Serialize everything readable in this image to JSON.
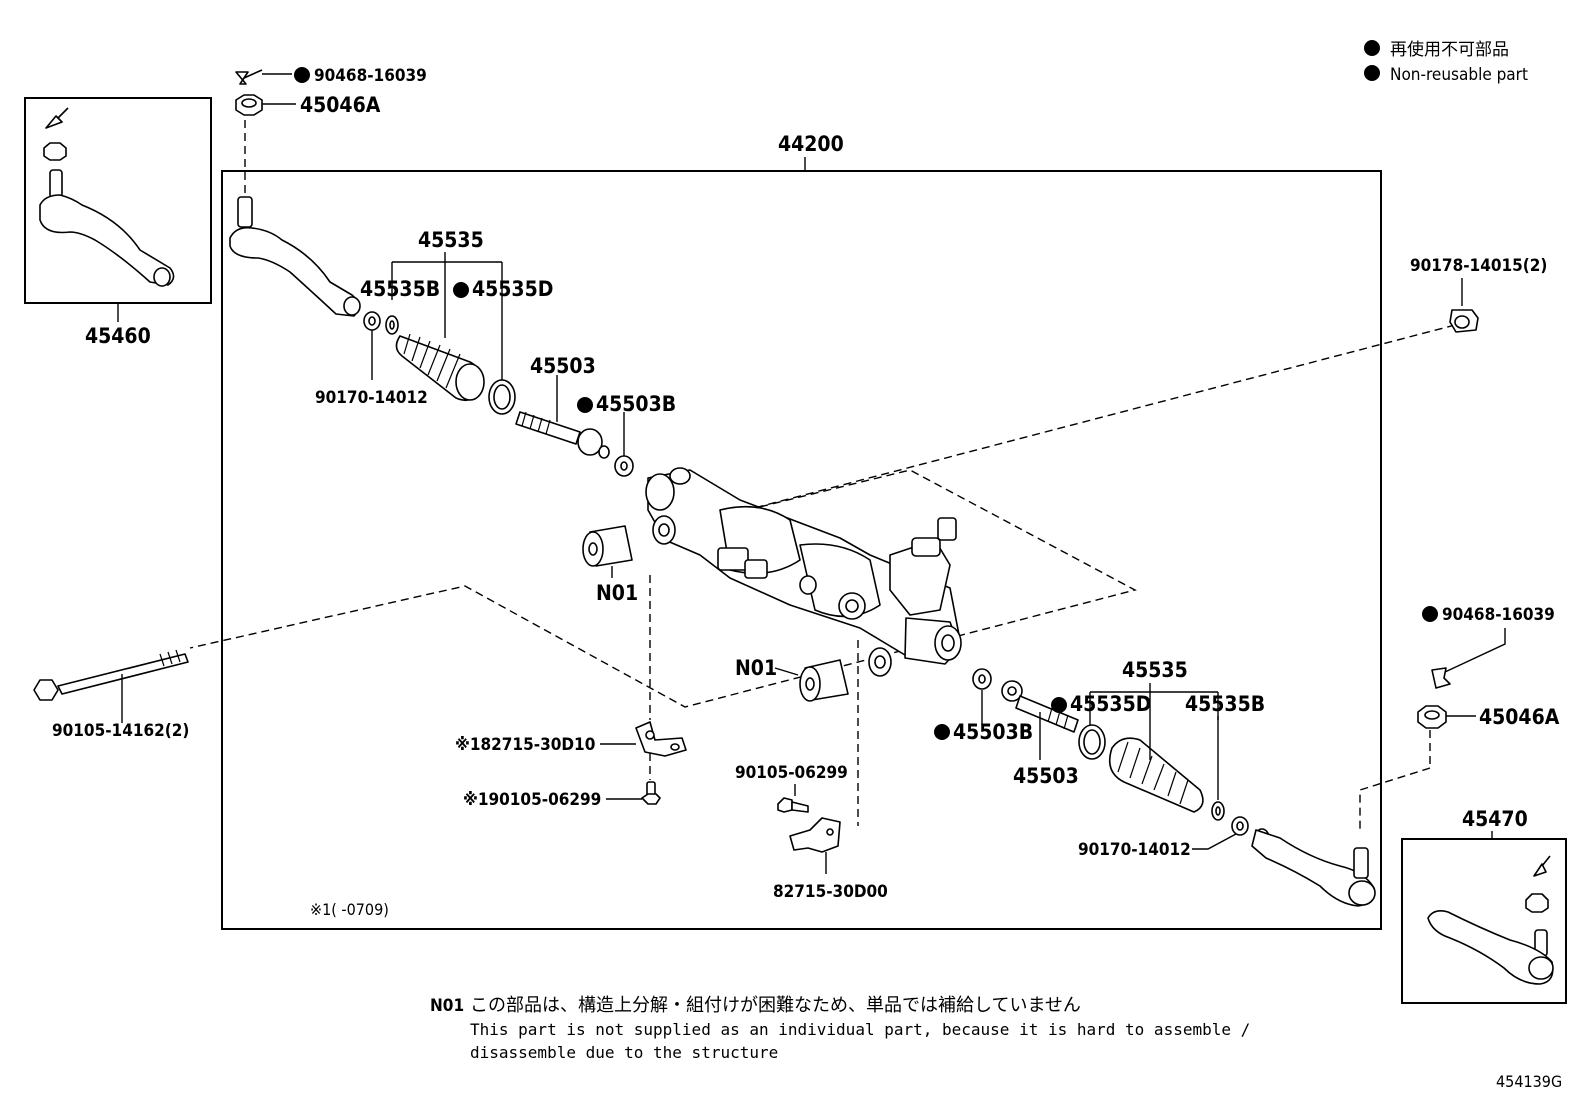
{
  "legend": {
    "jp": "再使用不可部品",
    "en": "Non-reusable part"
  },
  "figure_id": "454139G",
  "callouts": {
    "assembly": "44200",
    "bolt_top_left": "90468-16039",
    "nut_top_left": "45046A",
    "tie_rod_end_lh": "45460",
    "boot_set_left": "45535",
    "clip_left": "45535B",
    "clamp_left": "45535D",
    "nut_90170_left": "90170-14012",
    "tie_rod_left": "45503",
    "washer_left": "45503B",
    "n01_left": "N01",
    "bolt_long": "90105-14162(2)",
    "nut_90178": "90178-14015(2)",
    "bracket_1": "※182715-30D10",
    "bolt_1": "※190105-06299",
    "bolt_center": "90105-06299",
    "bracket_center": "82715-30D00",
    "n01_right": "N01",
    "washer_right": "45503B",
    "clamp_right": "45535D",
    "boot_set_right": "45535",
    "clip_right": "45535B",
    "tie_rod_right": "45503",
    "nut_90170_right": "90170-14012",
    "bolt_right": "90468-16039",
    "nut_right": "45046A",
    "tie_rod_end_rh": "45470",
    "footnote": "※1(    -0709)"
  },
  "note": {
    "code": "N01",
    "jp": "この部品は、構造上分解・組付けが困難なため、単品では補給していません",
    "en_line1": "This part is not supplied as an individual part, because it is hard to assemble /",
    "en_line2": "disassemble due to the structure"
  }
}
